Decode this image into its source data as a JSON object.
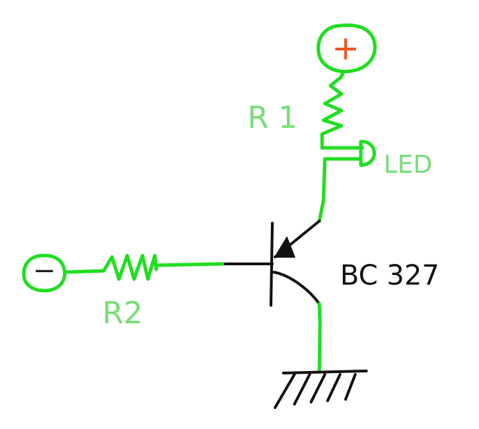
{
  "diagram": {
    "positive_terminal": {
      "symbol": "+"
    },
    "negative_terminal": {
      "symbol": "−"
    },
    "r1": {
      "label": "R 1"
    },
    "r2": {
      "label": "R2"
    },
    "led": {
      "label": "LED"
    },
    "transistor": {
      "label": "BC 327"
    },
    "colors": {
      "wire": "#22dd22",
      "label_green": "#77dd77",
      "plus_sign": "#ee5522",
      "transistor_ink": "#111111"
    }
  }
}
